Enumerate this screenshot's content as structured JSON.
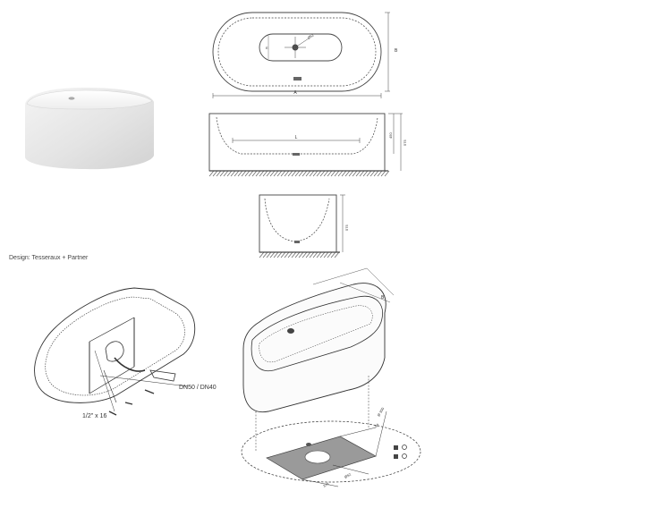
{
  "credit": "Design: Tesseraux + Partner",
  "labels": {
    "drain_size": "DN50 / DN40",
    "supply_size": "1/2\" x 16"
  },
  "dimensions": {
    "top_length": "A",
    "top_width": "B",
    "inner_width": "E",
    "drain_dia": "Ø52",
    "side_inner_length": "L",
    "side_height_outer": "575",
    "side_height_inner": "450",
    "end_height": "575",
    "iso_width": "B",
    "floor_dim_1": "Ø 300",
    "floor_dim_2": "80",
    "floor_dim_3": "Ø52",
    "floor_dim_4": "375"
  },
  "colors": {
    "line": "#444444",
    "hatch": "#555555",
    "plate": "#9a9a9a"
  }
}
